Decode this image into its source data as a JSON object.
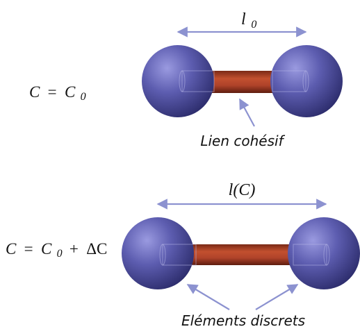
{
  "top_state": {
    "equation": {
      "lhs": "C",
      "eq": "=",
      "rhs_base": "C",
      "rhs_sub": "0"
    },
    "length_label": {
      "base": "l",
      "sub": "0"
    },
    "bond_label": "Lien cohésif"
  },
  "bottom_state": {
    "equation": {
      "lhs": "C",
      "eq": "=",
      "rhs_base": "C",
      "rhs_sub": "0",
      "plus": "+",
      "delta": "ΔC"
    },
    "length_label": "l(C)",
    "elements_label": "Eléments discrets"
  },
  "colors": {
    "sphere": "#5a5aa8",
    "sphere_highlight": "#8c8cd8",
    "sphere_shadow": "#2e2e70",
    "bond": "#b0432a",
    "bond_dark": "#6e2414",
    "arrow": "#8c92d0",
    "text": "#111111"
  }
}
